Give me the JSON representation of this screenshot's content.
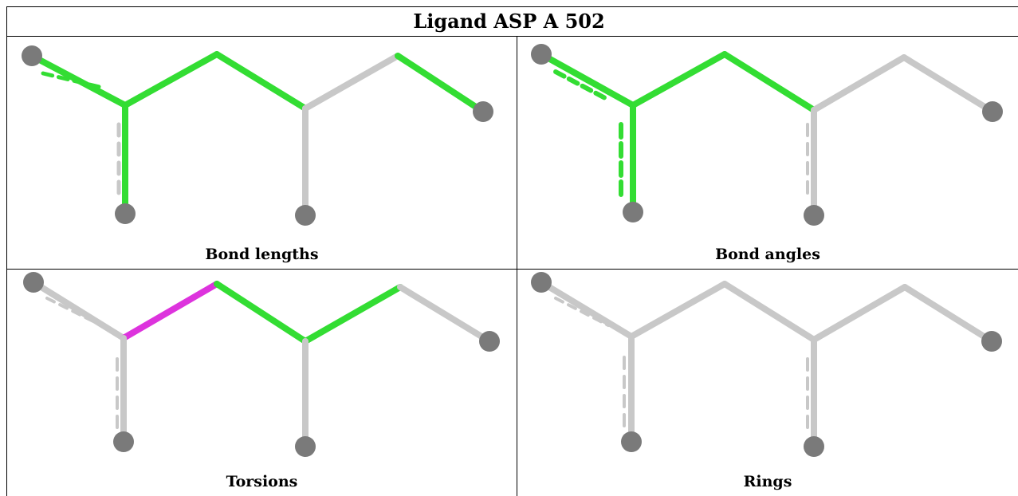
{
  "title": "Ligand ASP A 502",
  "panels": [
    {
      "id": "bond-lengths",
      "caption": "Bond lengths"
    },
    {
      "id": "bond-angles",
      "caption": "Bond angles"
    },
    {
      "id": "torsions",
      "caption": "Torsions"
    },
    {
      "id": "rings",
      "caption": "Rings"
    }
  ],
  "colors": {
    "highlight_green": "#33dd33",
    "highlight_magenta": "#dd33dd",
    "bond_gray": "#c8c8c8",
    "atom_gray": "#7a7a7a",
    "border": "#000000"
  }
}
